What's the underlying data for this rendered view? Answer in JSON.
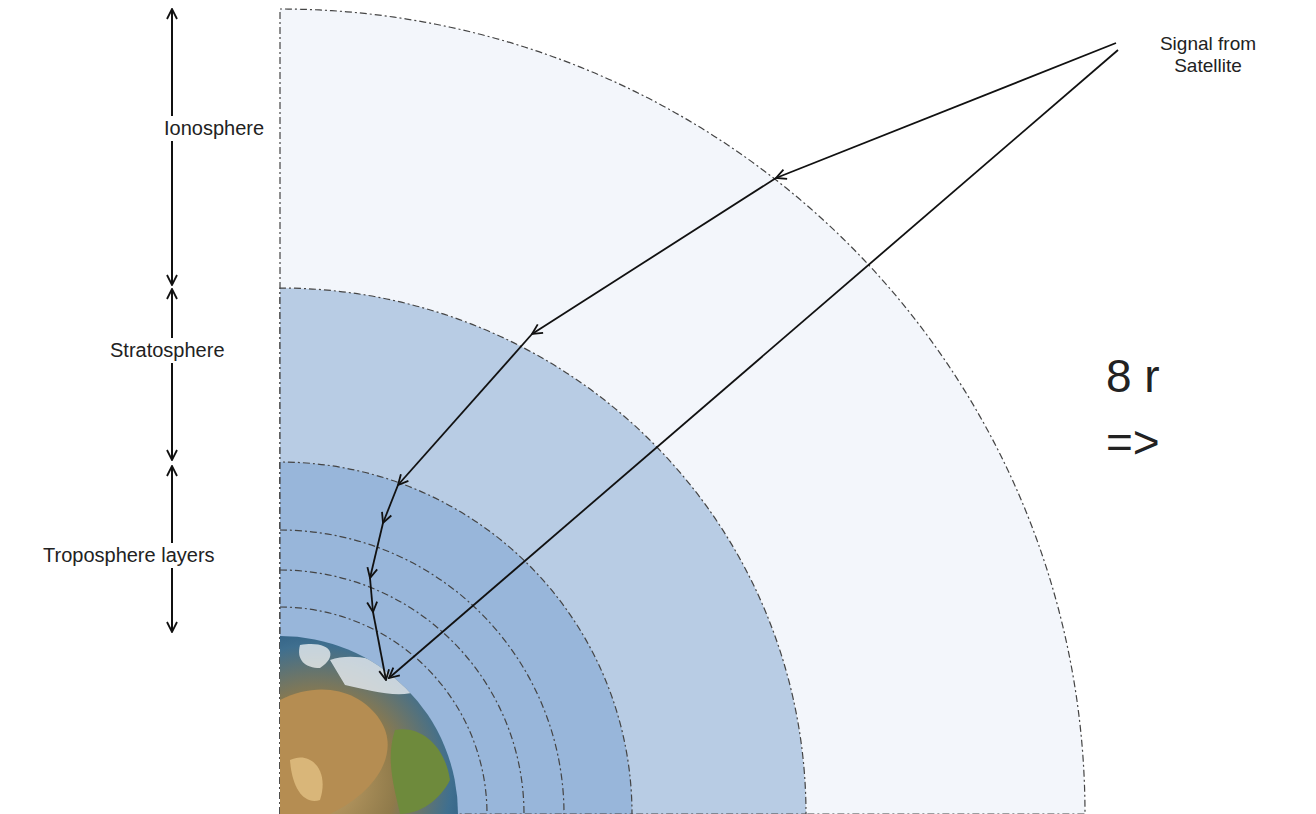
{
  "diagram": {
    "labels": [
      "Ionosphere",
      "Stratosphere",
      "Troposphere layers",
      "Signal from Satellite",
      "8 r",
      "=>"
    ]
  }
}
